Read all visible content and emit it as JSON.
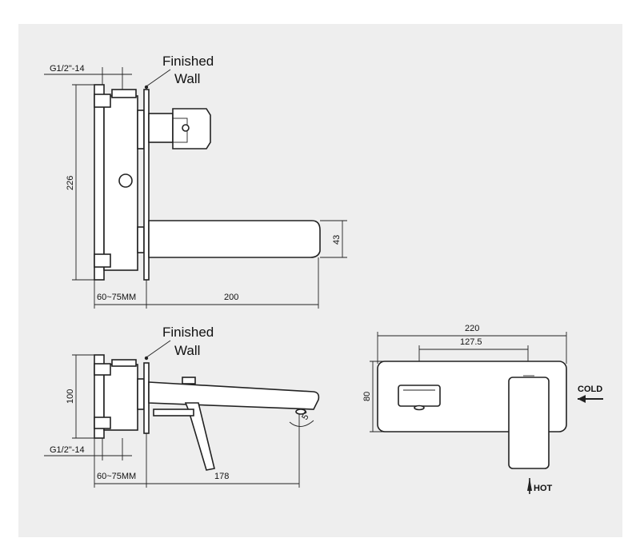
{
  "colors": {
    "background": "#eeeeee",
    "line": "#222222"
  },
  "side_view": {
    "finished_label": "Finished",
    "wall_label": "Wall",
    "thread_label": "G1/2\"-14",
    "height_dim": "226",
    "spout_height_dim": "43",
    "depth_dim": "60~75MM",
    "reach_dim": "200"
  },
  "lower_view": {
    "finished_label": "Finished",
    "wall_label": "Wall",
    "height_dim": "100",
    "thread_label": "G1/2\"-14",
    "angle_dim": "5°",
    "depth_dim": "60~75MM",
    "reach_dim": "178"
  },
  "front_view": {
    "width_dim": "220",
    "centers_dim": "127.5",
    "height_dim": "80",
    "cold_label": "COLD",
    "hot_label": "HOT"
  }
}
